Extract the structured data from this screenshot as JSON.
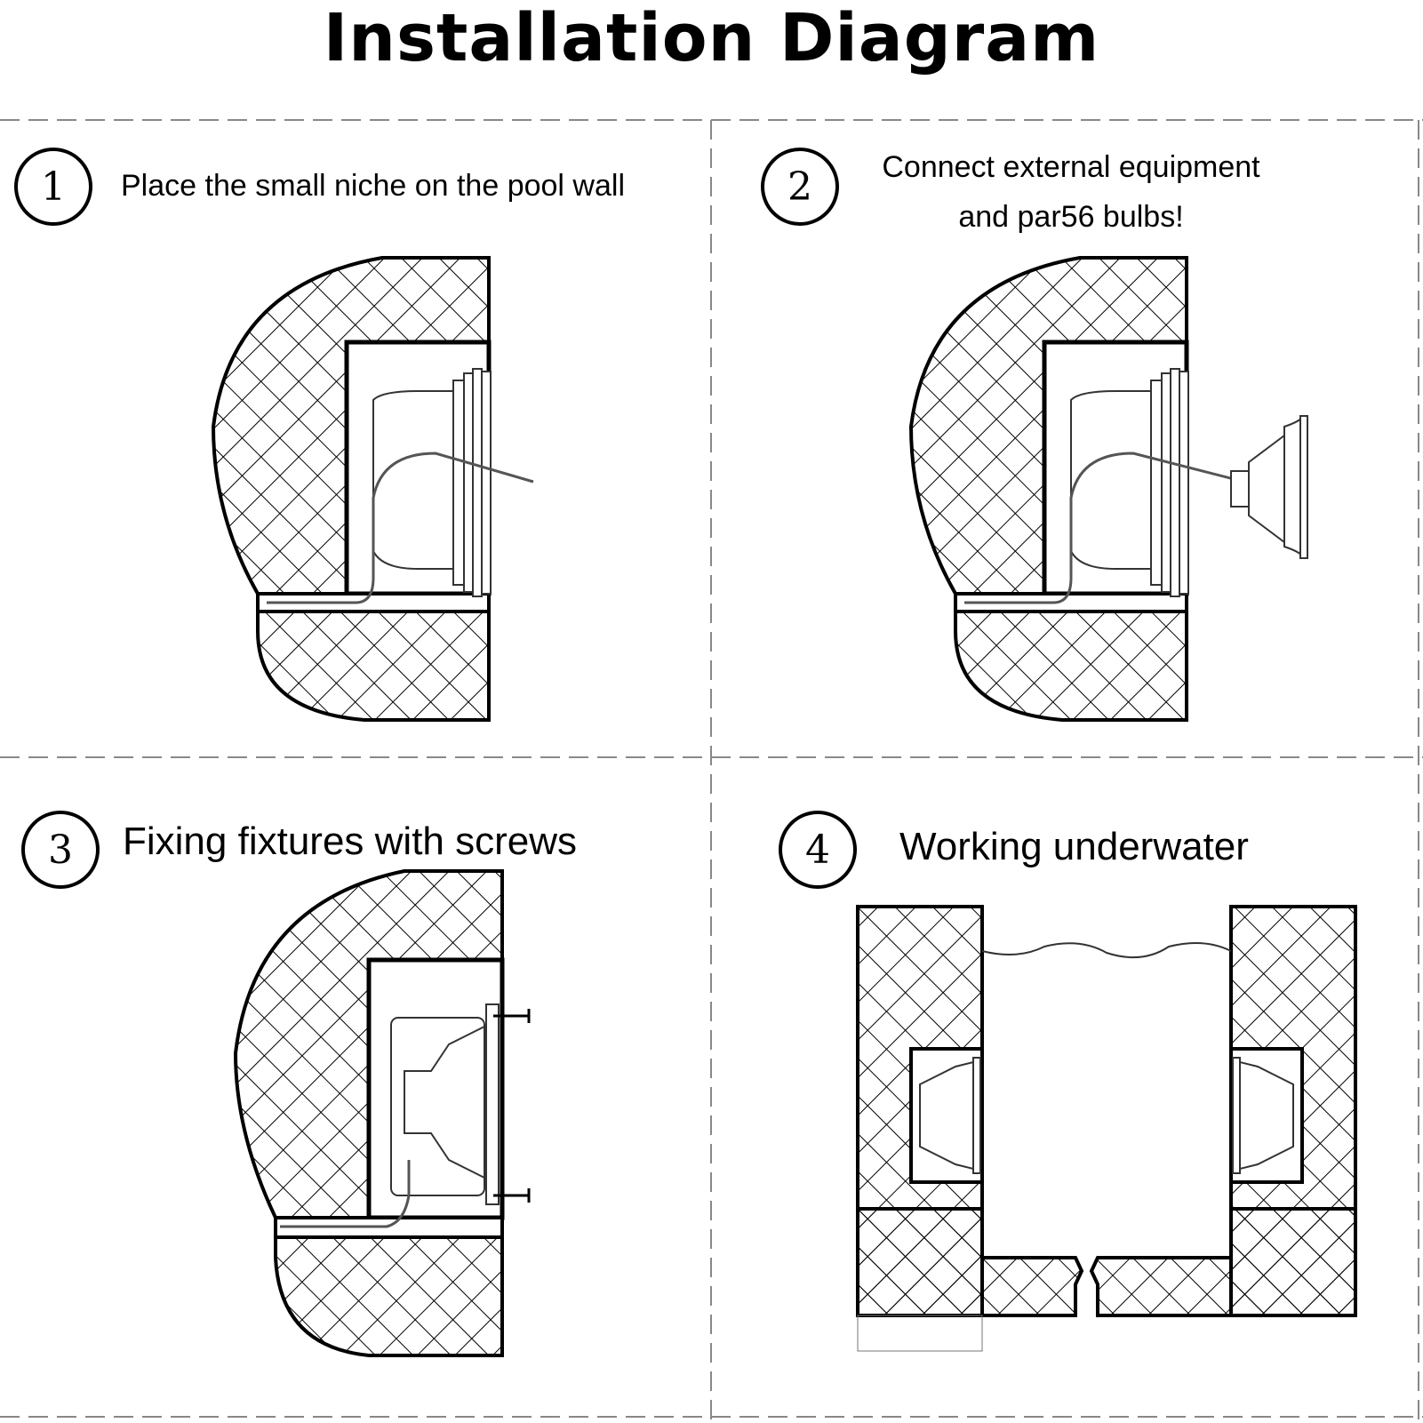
{
  "title": "Installation Diagram",
  "steps": [
    {
      "number": "1",
      "text": "Place the small niche on the pool wall"
    },
    {
      "number": "2",
      "text_line1": "Connect external equipment",
      "text_line2": "and par56 bulbs!"
    },
    {
      "number": "3",
      "text": "Fixing fixtures with screws"
    },
    {
      "number": "4",
      "text": "Working underwater"
    }
  ],
  "colors": {
    "line": "#000000",
    "background": "#ffffff",
    "dashed_divider": "#888888"
  }
}
